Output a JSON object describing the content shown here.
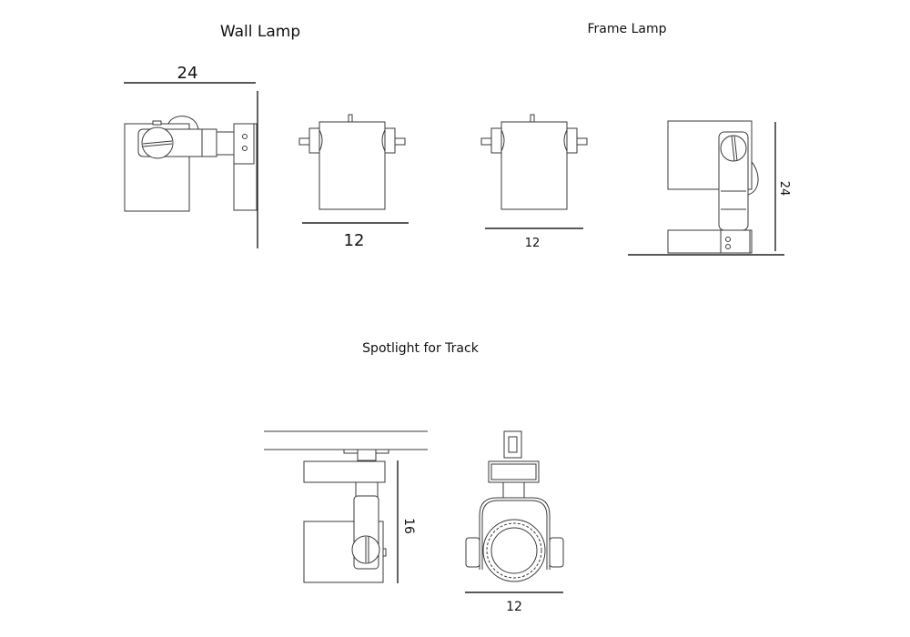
{
  "sections": {
    "wall_lamp": {
      "title": "Wall Lamp",
      "width_dim": "24",
      "front_width_dim": "12"
    },
    "frame_lamp": {
      "title": "Frame Lamp",
      "front_width_dim": "12",
      "height_dim": "24"
    },
    "spotlight": {
      "title": "Spotlight for Track",
      "height_dim": "16",
      "width_dim": "12"
    }
  },
  "colors": {
    "line": "#3a3a3a",
    "background": "#ffffff"
  }
}
